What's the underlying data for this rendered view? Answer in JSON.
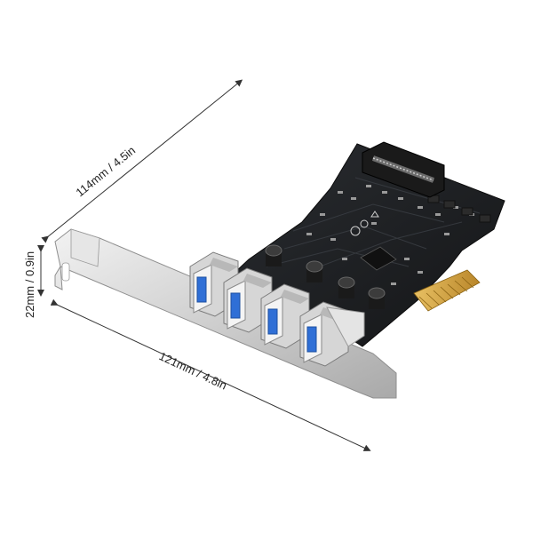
{
  "dimensions": {
    "length_top": "114mm / 4.5in",
    "length_bottom": "121mm / 4.8in",
    "height_side": "22mm / 0.9in"
  },
  "product": {
    "usb_port_count": 4,
    "board_color": "#1b1d20",
    "bracket_color": "#d9d9d9",
    "usb_insert_color": "#2f6fd6",
    "gold_contact_color": "#d4a23a"
  }
}
